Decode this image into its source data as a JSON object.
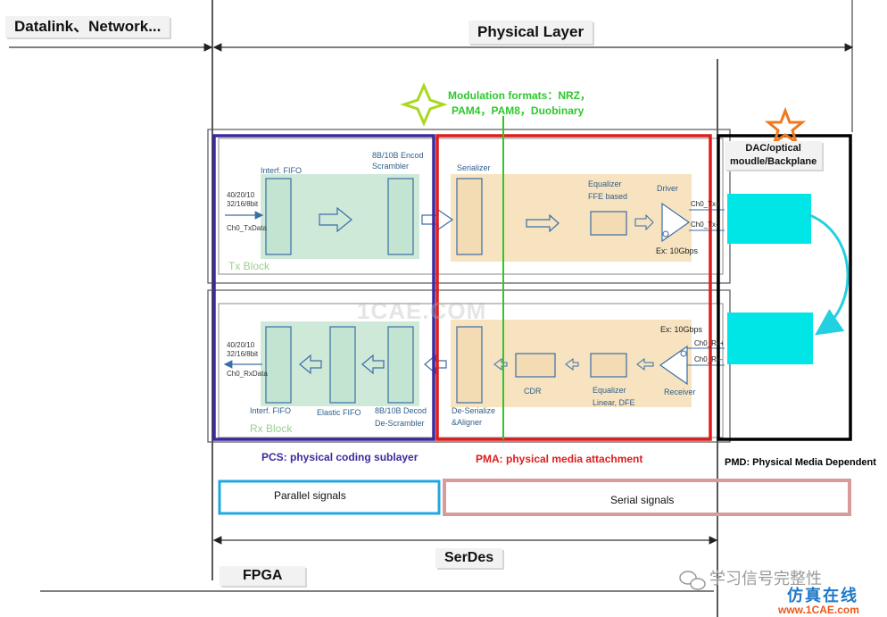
{
  "header": {
    "left_title": "Datalink、Network...",
    "center_title": "Physical Layer"
  },
  "modulation": {
    "line1": "Modulation formats：NRZ，",
    "line2": "PAM4，PAM8，Duobinary"
  },
  "dac": {
    "line1": "DAC/optical",
    "line2": "moudle/Backplane"
  },
  "tx": {
    "interf_fifo": "Interf. FIFO",
    "encoder_line1": "8B/10B Encod",
    "encoder_line2": "Scrambler",
    "bus_line1": "40/20/10",
    "bus_line2": "32/16/8bit",
    "data_label": "Ch0_TxData",
    "block_label": "Tx Block",
    "serializer": "Serializer",
    "equalizer_line1": "Equalizer",
    "equalizer_line2": "FFE based",
    "driver": "Driver",
    "speed": "Ex: 10Gbps",
    "ch_plus": "Ch0_Tx+",
    "ch_minus": "Ch0_Tx-"
  },
  "rx": {
    "bus_line1": "40/20/10",
    "bus_line2": "32/16/8bit",
    "data_label": "Ch0_RxData",
    "interf_fifo": "Interf. FIFO",
    "elastic_fifo": "Elastic FIFO",
    "decoder_line1": "8B/10B Decod",
    "decoder_line2": "De-Scrambler",
    "block_label": "Rx Block",
    "deserializer_line1": "De-Serialize",
    "deserializer_line2": "&Aligner",
    "cdr": "CDR",
    "equalizer_line1": "Equalizer",
    "equalizer_line2": "Linear, DFE",
    "receiver": "Receiver",
    "speed": "Ex: 10Gbps",
    "ch_plus": "Ch0_Rx+",
    "ch_minus": "Ch0_Rx-"
  },
  "watermark_center": "1CAE.COM",
  "sublayers": {
    "pcs": "PCS: physical coding sublayer",
    "pma": "PMA: physical media attachment",
    "pmd": "PMD: Physical Media Dependent"
  },
  "signals": {
    "parallel": "Parallel signals",
    "serial": "Serial signals"
  },
  "footer": {
    "serdes": "SerDes",
    "fpga": "FPGA",
    "wechat": "学习信号完整性",
    "site_cn": "仿真在线",
    "site_url": "www.1CAE.com"
  },
  "colors": {
    "pcs": "#3b2a9e",
    "pma": "#e01b1b",
    "pmd": "#000000",
    "modulation": "#2dc82d",
    "parallel_box": "#20a8e0",
    "serial_box": "#d99a9a",
    "teal_block": "#00e6e6",
    "green_fill": "#cfe9d9",
    "beige_fill": "#f7e3c0",
    "star_orange": "#f07820",
    "star_green": "#a8d820"
  },
  "icons": {
    "modulation_star": "four-point-star-icon",
    "dac_star": "five-point-star-icon",
    "wechat": "wechat-icon"
  }
}
